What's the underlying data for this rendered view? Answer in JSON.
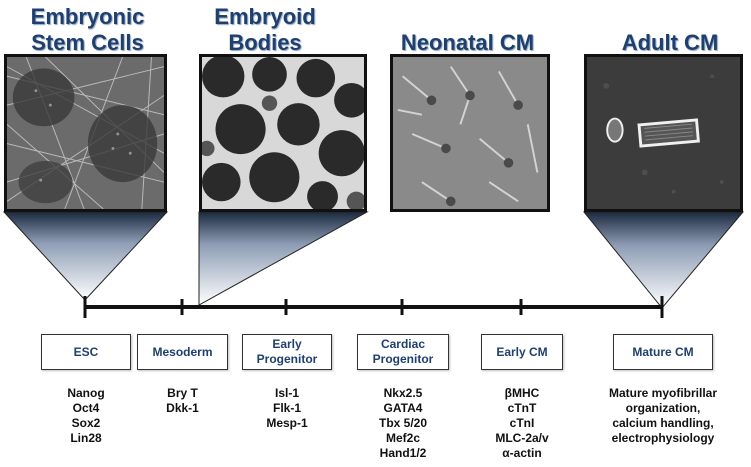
{
  "stages": [
    {
      "title": "Embryonic\nStem Cells",
      "image": "esc-colony-micrograph"
    },
    {
      "title": "Embryoid\nBodies",
      "image": "embryoid-bodies-micrograph"
    },
    {
      "title": "Neonatal CM",
      "image": "neonatal-cardiomyocytes-micrograph"
    },
    {
      "title": "Adult CM",
      "image": "adult-cardiomyocyte-micrograph"
    }
  ],
  "timeline": [
    {
      "label": "ESC",
      "markers": "Nanog\nOct4\nSox2\nLin28"
    },
    {
      "label": "Mesoderm",
      "markers": "Bry T\nDkk-1"
    },
    {
      "label": "Early\nProgenitor",
      "markers": "Isl-1\nFlk-1\nMesp-1"
    },
    {
      "label": "Cardiac\nProgenitor",
      "markers": "Nkx2.5\nGATA4\nTbx 5/20\nMef2c\nHand1/2"
    },
    {
      "label": "Early CM",
      "markers": "βMHC\ncTnT\ncTnI\nMLC-2a/v\nα-actin"
    },
    {
      "label": "Mature CM",
      "markers": "Mature myofibrillar\norganization,\ncalcium handling,\nelectrophysiology"
    }
  ],
  "colors": {
    "title": "#1f3f6e",
    "funnel_top": "#1b2a3f",
    "funnel_bottom": "#ffffff"
  }
}
